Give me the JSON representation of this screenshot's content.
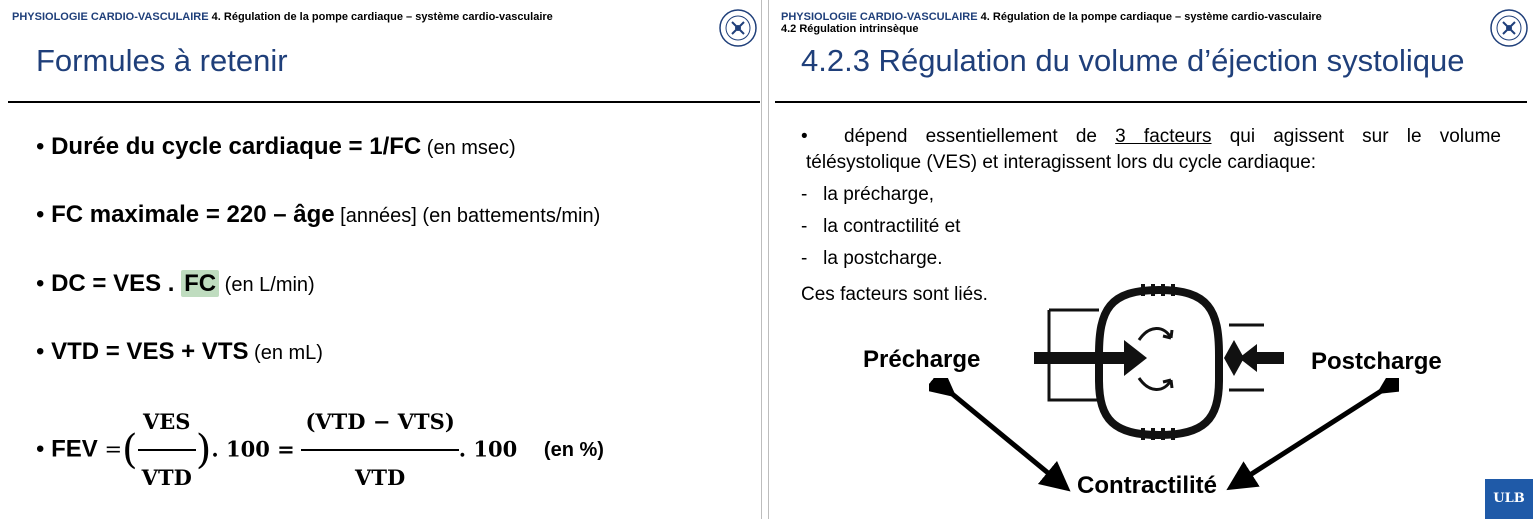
{
  "left": {
    "header_course": "PHYSIOLOGIE CARDIO-VASCULAIRE",
    "header_section": " 4. Régulation de la pompe cardiaque – système cardio-vasculaire",
    "title": "Formules à retenir",
    "bullets": [
      {
        "bold": "Durée  du cycle cardiaque = 1/FC",
        "note": " (en msec)"
      },
      {
        "bold": "FC maximale = 220 – âge",
        "note": " [années] (en battements/min)"
      },
      {
        "bold_a": "DC = VES . ",
        "bold_hl": "FC",
        "note": " (en L/min)"
      },
      {
        "bold": "VTD = VES + VTS",
        "note": " (en mL)"
      },
      {
        "label": "FEV",
        "f1_num": "VES",
        "f1_den": "VTD",
        "times1": ". 100 =",
        "f2_num": "(VTD − VTS)",
        "f2_den": "VTD",
        "times2": ". 100",
        "unit": "(en %)"
      }
    ]
  },
  "right": {
    "header_course": "PHYSIOLOGIE CARDIO-VASCULAIRE",
    "header_section": " 4. Régulation de la pompe cardiaque – système cardio-vasculaire",
    "header_sub": "4.2 Régulation intrinsèque",
    "title": "4.2.3 Régulation du volume d’éjection systolique",
    "intro_a": "dépend essentiellement de ",
    "intro_u": "3 facteurs",
    "intro_b": " qui agissent sur le volume",
    "intro_line2": "télésystolique (VES) et interagissent lors du cycle cardiaque:",
    "items": [
      "la précharge,",
      "la contractilité et",
      "la postcharge."
    ],
    "conclusion": "Ces facteurs sont liés.",
    "diagram": {
      "preload": "Précharge",
      "afterload": "Postcharge",
      "contractility": "Contractilité"
    },
    "logo": "ULB"
  }
}
